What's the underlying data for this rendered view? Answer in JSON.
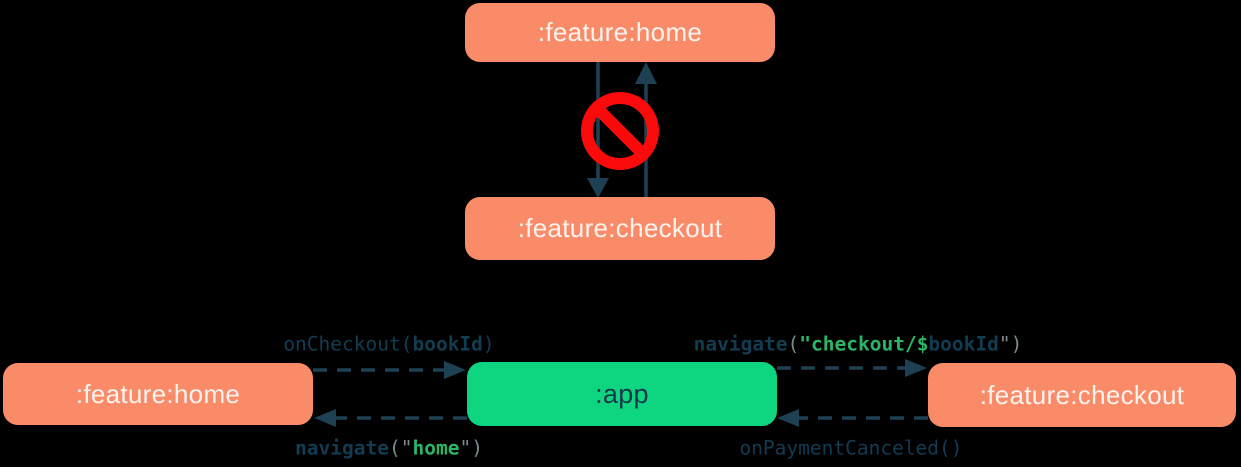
{
  "colors": {
    "background": "#000000",
    "feature_box": "#FA8B68",
    "app_box": "#0ED57F",
    "feature_box_text": "#FCF3EF",
    "app_box_text": "#15374A",
    "arrow": "#1E4053",
    "code_default": "#123C52",
    "code_string_green": "#2BB567",
    "code_punct_gray": "#7E8B8E",
    "forbidden_red": "#FA0A0A"
  },
  "icons": {
    "forbidden": "no-entry-icon"
  },
  "top_section": {
    "home_box": {
      "label": ":feature:home"
    },
    "checkout_box": {
      "label": ":feature:checkout"
    }
  },
  "bottom_section": {
    "home_box": {
      "label": ":feature:home"
    },
    "app_box": {
      "label": ":app"
    },
    "checkout_box": {
      "label": ":feature:checkout"
    },
    "edges": {
      "on_checkout": {
        "fn": "onCheckout",
        "open": "(",
        "arg": "bookId",
        "close": ")"
      },
      "navigate_home": {
        "fn": "navigate",
        "open": "(",
        "quote_open": "\"",
        "string": "home",
        "quote_close": "\"",
        "close": ")"
      },
      "navigate_checkout": {
        "fn": "navigate",
        "open": "(",
        "string": "\"checkout/$",
        "arg": "bookId",
        "quote_close": "\"",
        "close": ")"
      },
      "on_payment_canceled": {
        "fn": "onPaymentCanceled",
        "open": "(",
        "close": ")"
      }
    }
  }
}
